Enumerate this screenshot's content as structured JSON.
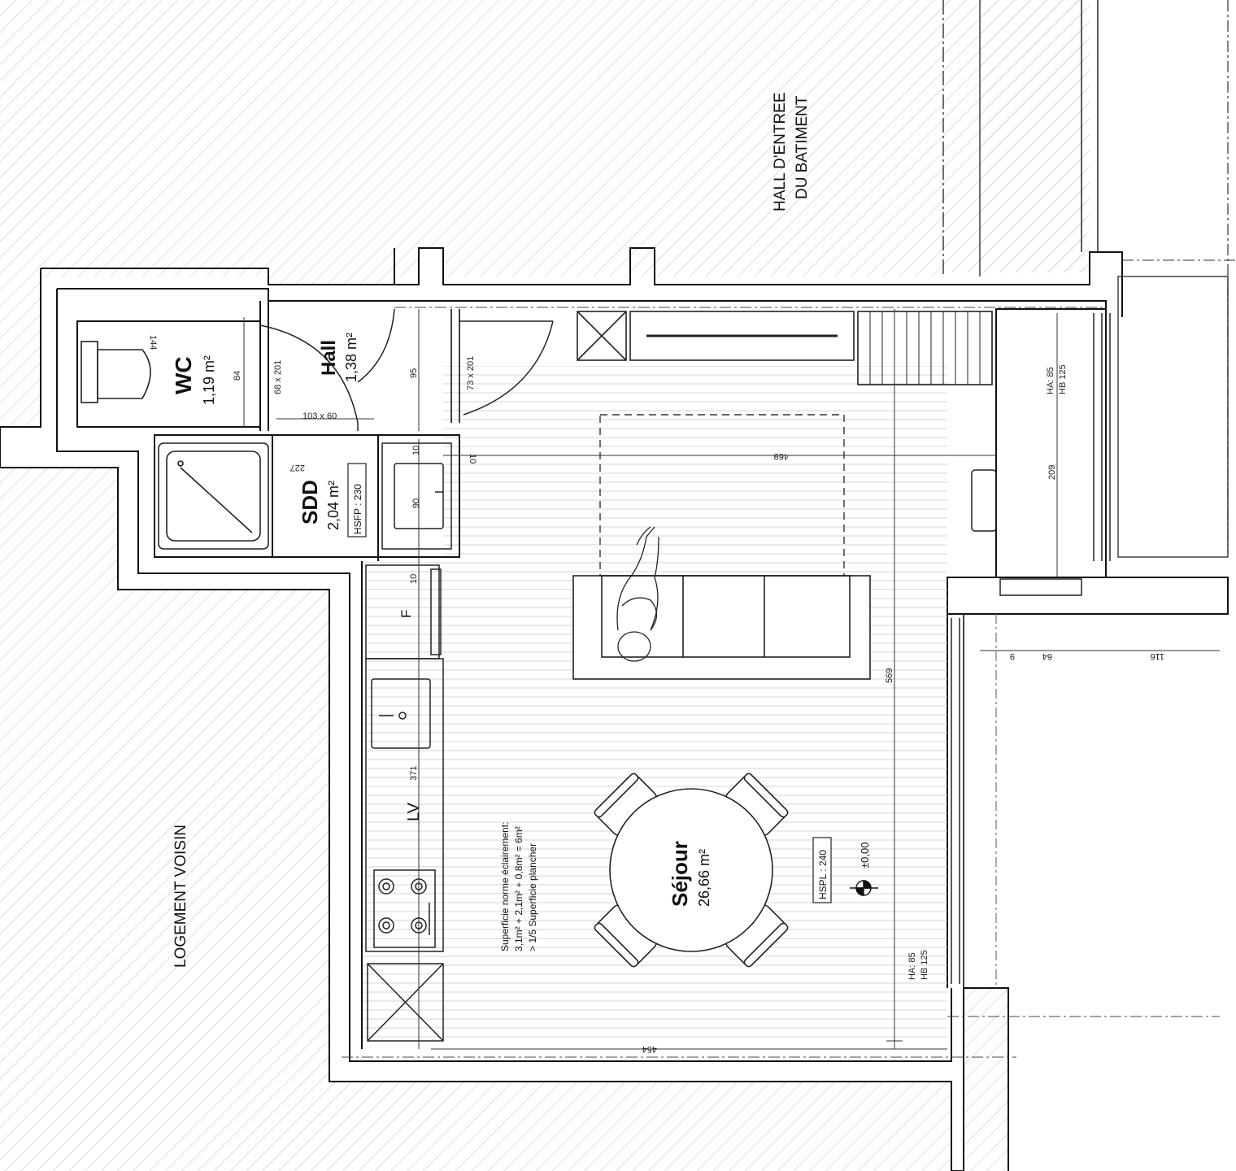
{
  "plan": {
    "hall_entree": {
      "line1": "HALL D'ENTREE",
      "line2": "DU BATIMENT"
    },
    "logement_voisin": "LOGEMENT VOISIN",
    "rooms": {
      "wc": {
        "name": "WC",
        "area": "1,19 m²"
      },
      "hall": {
        "name": "Hall",
        "area": "1,38 m²"
      },
      "sdd": {
        "name": "SDD",
        "area": "2,04 m²",
        "tag": "HSFP : 230"
      },
      "sejour": {
        "name": "Séjour",
        "area": "26,66 m²",
        "tag": "HSPL : 240"
      }
    },
    "kitchen": {
      "fridge": "F",
      "dishwasher": "LV"
    },
    "level": "±0,00",
    "note": {
      "line1": "Superficie norme éclairement:",
      "line2": "3,1m² + 2,1m² + 0,8m² = 6m²",
      "line3": "> 1/5 Superficie plancher"
    },
    "windows": {
      "upper_ha": "HA: 85",
      "upper_hb": "HB 125",
      "lower_ha": "HA: 85",
      "lower_hb": "HB 125"
    },
    "dimensions": {
      "wc_width": "144",
      "wc_depth": "84",
      "door_wc": "68 x 201",
      "door_hall": "73 x 201",
      "hall_width": "103 x 60",
      "hall_depth": "95",
      "sdd_top": "227",
      "sink_a": "10",
      "sink_b": "90",
      "sink_c": "10",
      "sejour_width_top": "469",
      "sejour_width_bottom": "454",
      "sejour_depth": "569",
      "window_height": "209",
      "kitchen_len": "371",
      "right_a": "9",
      "right_b": "64",
      "right_c": "116",
      "fridge_gap": "10"
    }
  }
}
